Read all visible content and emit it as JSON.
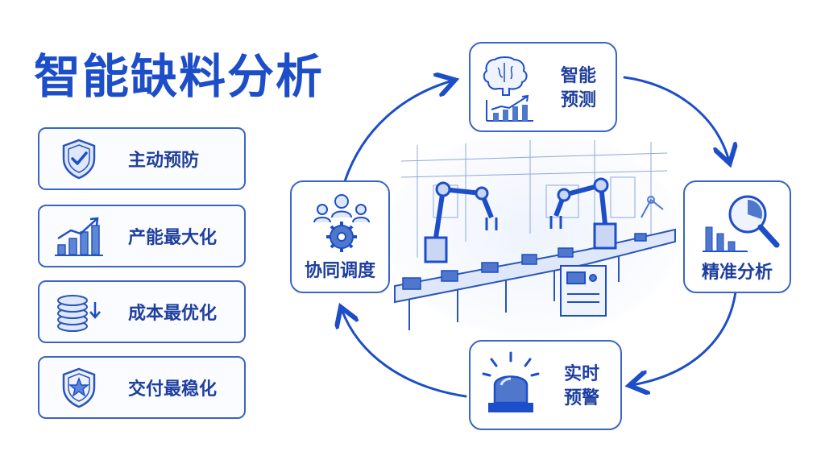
{
  "title": "智能缺料分析",
  "benefits": [
    {
      "label": "主动预防",
      "icon": "shield-check-icon"
    },
    {
      "label": "产能最大化",
      "icon": "rising-bar-chart-icon"
    },
    {
      "label": "成本最优化",
      "icon": "coin-stack-down-icon"
    },
    {
      "label": "交付最稳化",
      "icon": "shield-star-icon"
    }
  ],
  "cycle": {
    "predict": {
      "line1": "智能",
      "line2": "预测",
      "icon": "brain-chart-icon"
    },
    "analysis": {
      "label": "精准分析",
      "icon": "magnifier-chart-icon"
    },
    "alert": {
      "line1": "实时",
      "line2": "预警",
      "icon": "siren-light-icon"
    },
    "coordinate": {
      "label": "协同调度",
      "icon": "team-gear-icon"
    }
  },
  "center_illustration": "factory-production-line-icon",
  "colors": {
    "primary": "#1d4ec9",
    "stroke": "#3b64c4",
    "text": "#1e3f9e"
  }
}
